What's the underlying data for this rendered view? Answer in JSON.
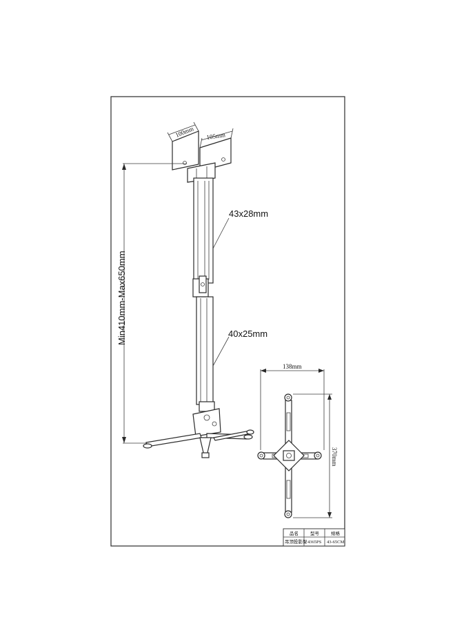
{
  "dimensions": {
    "bracket_width_a": "100mm",
    "bracket_width_b": "105mm",
    "upper_tube": "43x28mm",
    "lower_tube": "40x25mm",
    "height_range": "Min410mm-Max650mm",
    "plate_width": "138mm",
    "plate_height": "370mm"
  },
  "title_block": {
    "headers": [
      "品名",
      "型号",
      "规格"
    ],
    "values": [
      "吊顶投影架",
      "4365PS",
      "43-65CM"
    ]
  }
}
